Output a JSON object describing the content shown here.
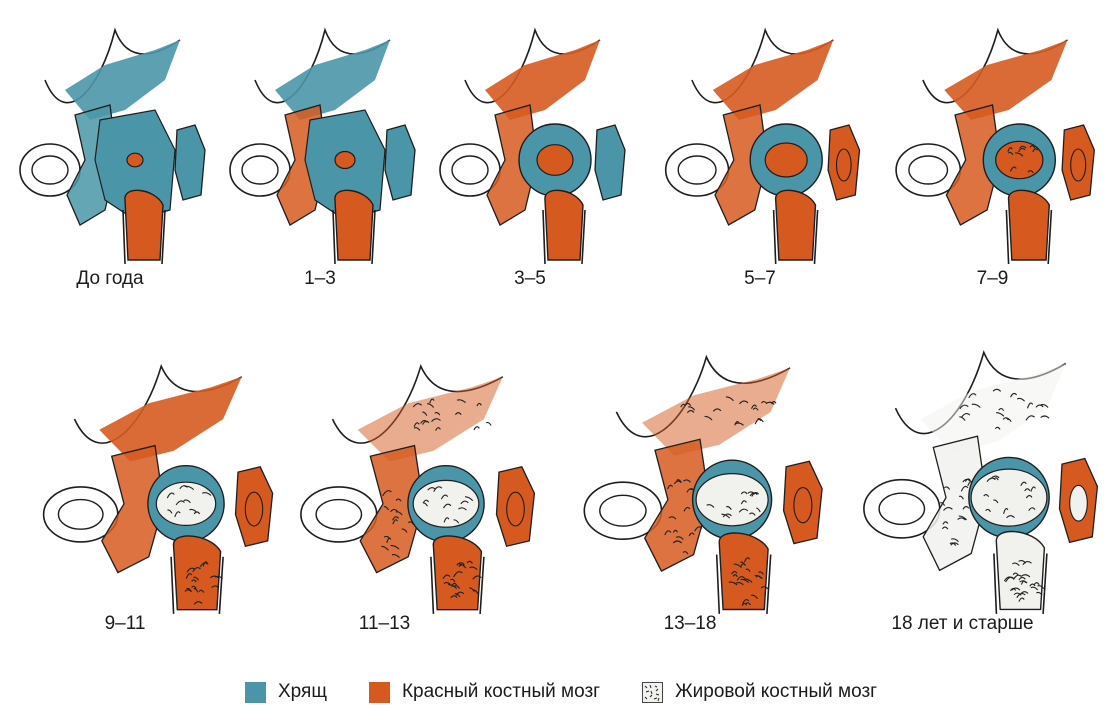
{
  "colors": {
    "cartilage": "#4a96a8",
    "red_marrow": "#d65a20",
    "fat_marrow_bg": "#f1f1ee",
    "outline": "#1e1e1e"
  },
  "panels": [
    {
      "label": "До года",
      "stage": 0
    },
    {
      "label": "1–3",
      "stage": 1
    },
    {
      "label": "3–5",
      "stage": 2
    },
    {
      "label": "5–7",
      "stage": 3
    },
    {
      "label": "7–9",
      "stage": 4
    },
    {
      "label": "9–11",
      "stage": 5
    },
    {
      "label": "11–13",
      "stage": 6
    },
    {
      "label": "13–18",
      "stage": 7
    },
    {
      "label": "18 лет и старше",
      "stage": 8
    }
  ],
  "legend": [
    {
      "label": "Хрящ",
      "kind": "cartilage"
    },
    {
      "label": "Красный костный мозг",
      "kind": "red"
    },
    {
      "label": "Жировой костный мозг",
      "kind": "fat"
    }
  ]
}
